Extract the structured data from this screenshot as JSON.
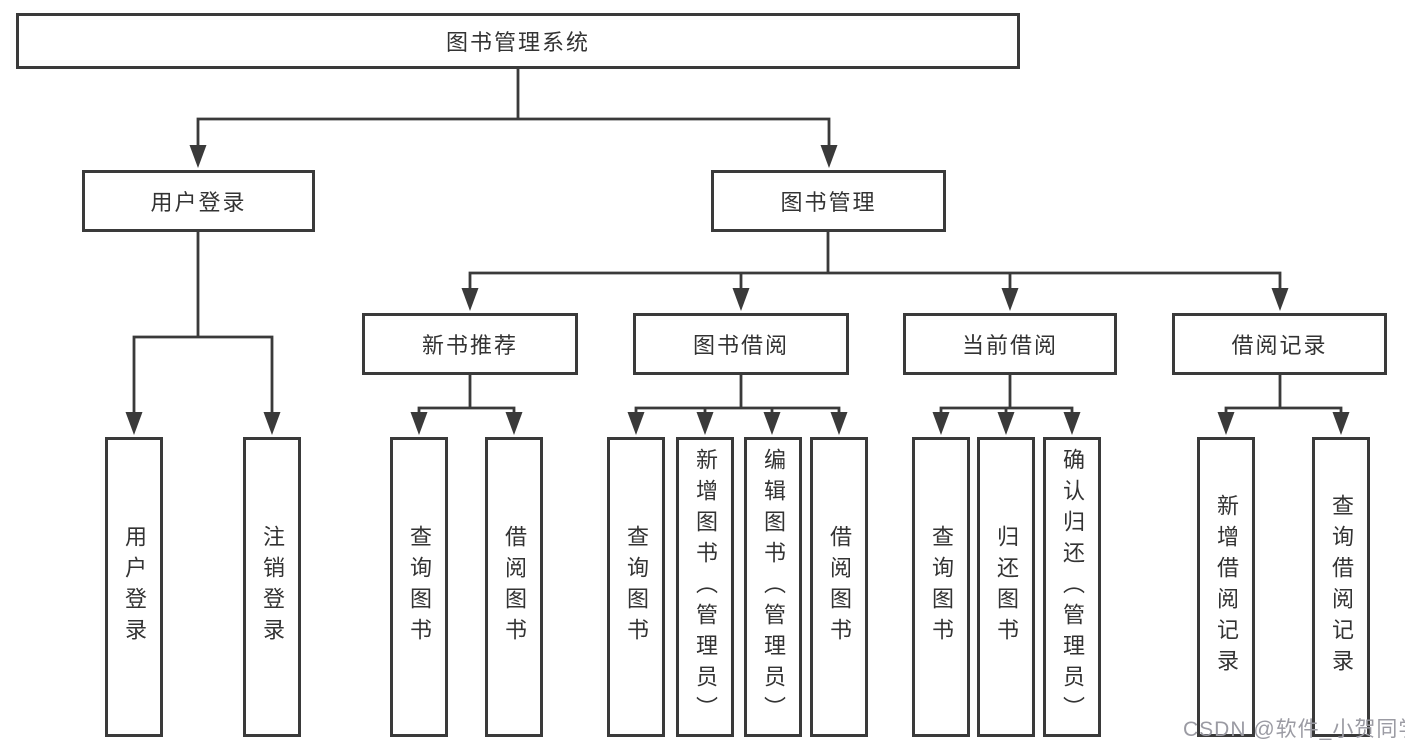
{
  "tree": {
    "label": "图书管理系统",
    "children": [
      {
        "label": "用户登录",
        "children": [
          {
            "label": "用户登录"
          },
          {
            "label": "注销登录"
          }
        ]
      },
      {
        "label": "图书管理",
        "children": [
          {
            "label": "新书推荐",
            "children": [
              {
                "label": "查询图书"
              },
              {
                "label": "借阅图书"
              }
            ]
          },
          {
            "label": "图书借阅",
            "children": [
              {
                "label": "查询图书"
              },
              {
                "label": "新增图书（管理员）"
              },
              {
                "label": "编辑图书（管理员）"
              },
              {
                "label": "借阅图书"
              }
            ]
          },
          {
            "label": "当前借阅",
            "children": [
              {
                "label": "查询图书"
              },
              {
                "label": "归还图书"
              },
              {
                "label": "确认归还（管理员）"
              }
            ]
          },
          {
            "label": "借阅记录",
            "children": [
              {
                "label": "新增借阅记录"
              },
              {
                "label": "查询借阅记录"
              }
            ]
          }
        ]
      }
    ]
  },
  "watermark": "CSDN @软件_小贺同学",
  "colors": {
    "line": "#3a3a3a",
    "text": "#333333",
    "watermark": "#9b9ba3",
    "background": "#ffffff"
  }
}
